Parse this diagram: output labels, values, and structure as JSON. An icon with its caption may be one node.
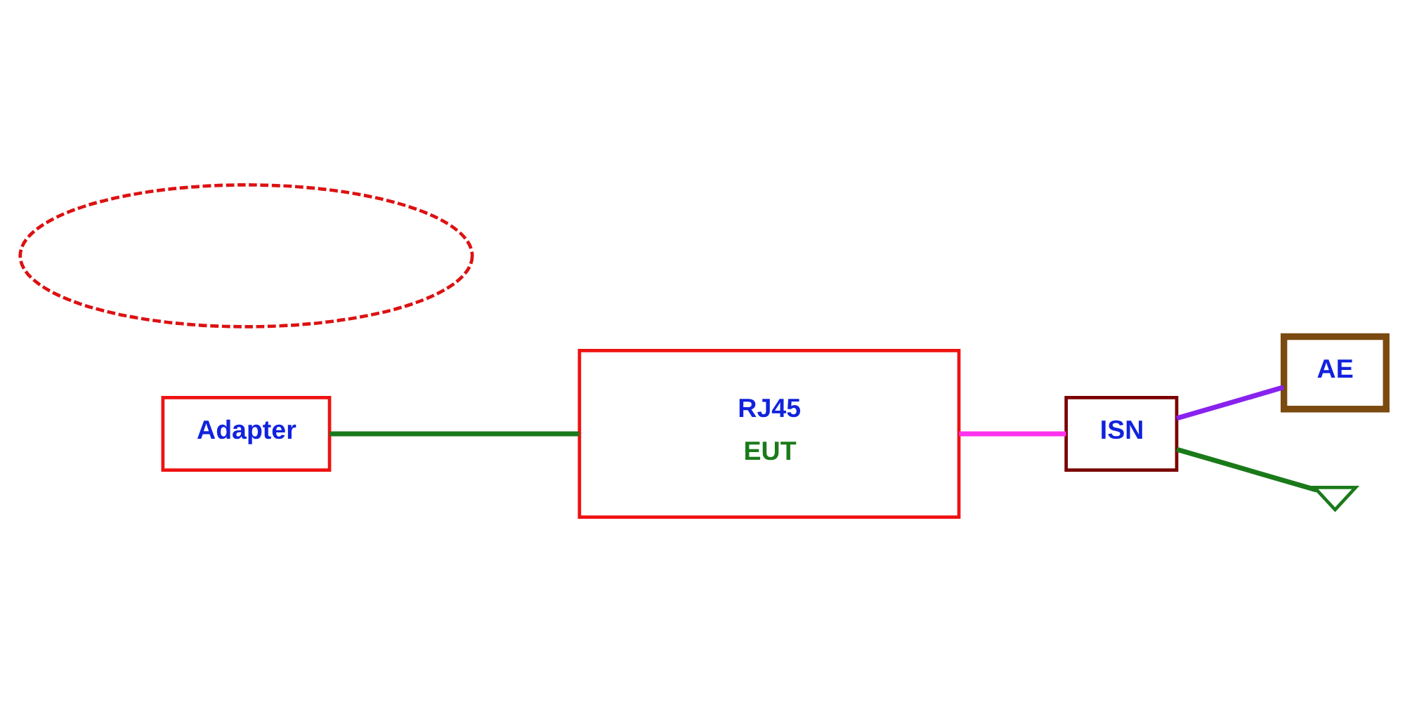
{
  "diagram": {
    "nodes": [
      {
        "text": [
          "Adapter"
        ]
      },
      {
        "text": [
          "RJ45",
          "EUT"
        ]
      },
      {
        "text": [
          "ISN"
        ]
      },
      {
        "text": [
          "AE"
        ]
      },
      {
        "text": [],
        "shape": "ground"
      },
      {
        "text": [],
        "shape": "ellipse"
      }
    ],
    "edges": [
      {
        "from": 0,
        "to": 1,
        "arrow": "none",
        "color": "#1a7a1a"
      },
      {
        "from": 1,
        "to": 2,
        "arrow": "none",
        "color": "#ff33ee"
      },
      {
        "from": 2,
        "to": 3,
        "arrow": "none",
        "color": "#8822ee"
      },
      {
        "from": 2,
        "to": 4,
        "arrow": "none",
        "color": "#1a7a1a"
      }
    ]
  }
}
